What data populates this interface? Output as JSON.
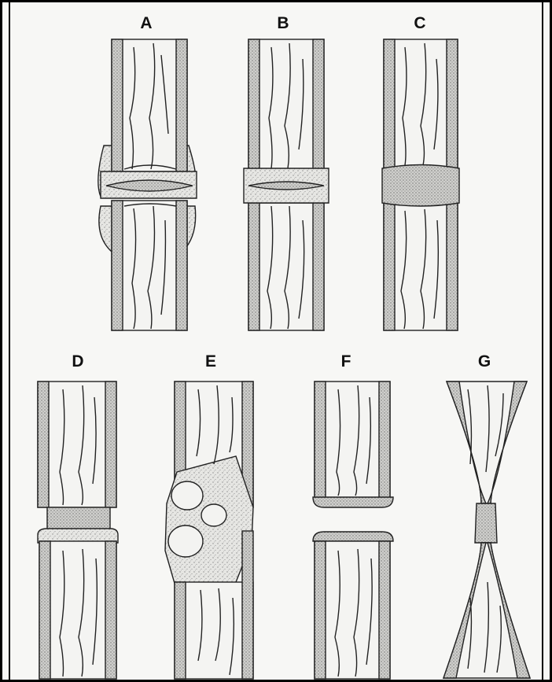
{
  "figure": {
    "panels": [
      {
        "id": "A",
        "label": "A"
      },
      {
        "id": "B",
        "label": "B"
      },
      {
        "id": "C",
        "label": "C"
      },
      {
        "id": "D",
        "label": "D"
      },
      {
        "id": "E",
        "label": "E"
      },
      {
        "id": "F",
        "label": "F"
      },
      {
        "id": "G",
        "label": "G"
      }
    ],
    "colors": {
      "ink": "#222222",
      "paper": "#f7f7f5",
      "stipple": "#bdbdbd",
      "border": "#000000"
    }
  }
}
